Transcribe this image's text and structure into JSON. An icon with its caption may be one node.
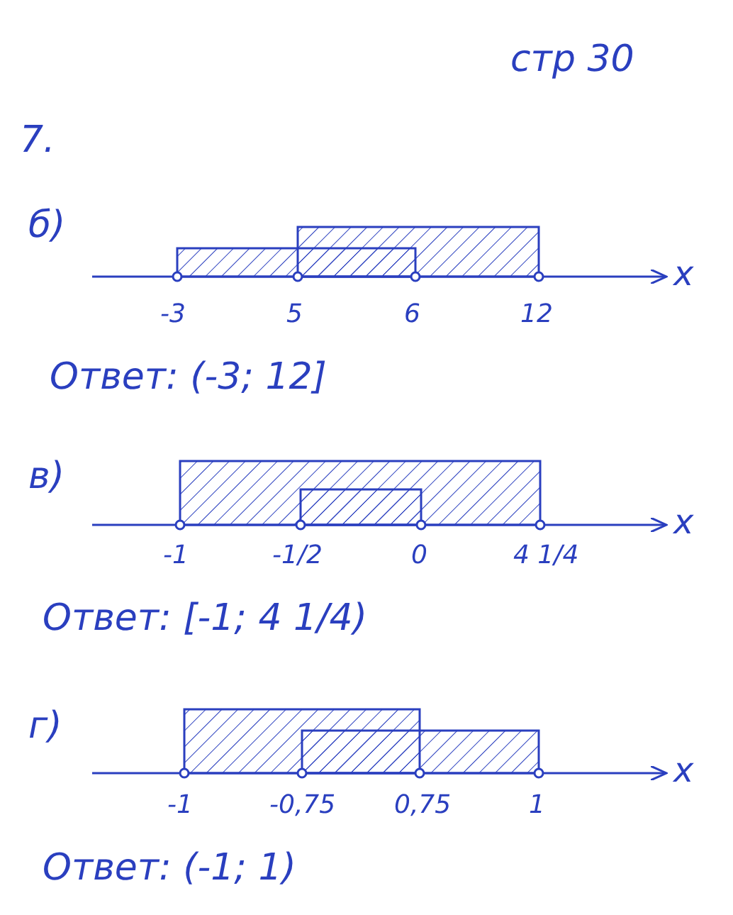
{
  "diagram": {
    "labels": [
      "стр 30",
      "7.",
      "б)",
      "-3",
      "5",
      "6",
      "12",
      "x",
      "Ответ: (-3; 12]",
      "в)",
      "-1",
      "-1/2",
      "0",
      "4 1/4",
      "x",
      "Ответ: [-1; 4 1/4)",
      "г)",
      "-1",
      "-0,75",
      "0,75",
      "1",
      "x",
      "Ответ: (-1; 1)"
    ]
  }
}
